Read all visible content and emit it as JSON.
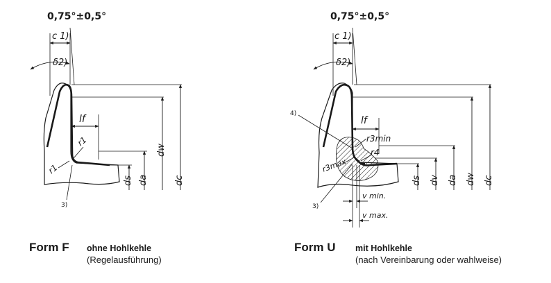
{
  "figures": [
    {
      "id": "F",
      "dims": {
        "tilt": "0,75°±0,5°",
        "c_note": "c 1)",
        "delta_note": "δ2)",
        "lf": "lf",
        "r1_a": "r1",
        "r1_b": "r1",
        "ds": "ds",
        "da": "da",
        "dw": "dw",
        "dc": "dc",
        "note3": "3)"
      },
      "caption": {
        "form_label": "Form F",
        "title": "ohne Hohlkehle",
        "subtitle": "(Regelausführung)"
      }
    },
    {
      "id": "U",
      "dims": {
        "tilt": "0,75°±0,5°",
        "c_note": "c 1)",
        "delta_note": "δ2)",
        "lf": "lf",
        "r3min": "r3min",
        "r3max": "r3max",
        "r4": "r4",
        "note4": "4)",
        "note3": "3)",
        "ds": "ds",
        "dv": "dv",
        "da": "da",
        "dw": "dw",
        "dc": "dc",
        "vmin": "v min.",
        "vmax": "v max."
      },
      "caption": {
        "form_label": "Form U",
        "title": "mit Hohlkehle",
        "subtitle": "(nach Vereinbarung oder wahlweise)"
      }
    }
  ]
}
